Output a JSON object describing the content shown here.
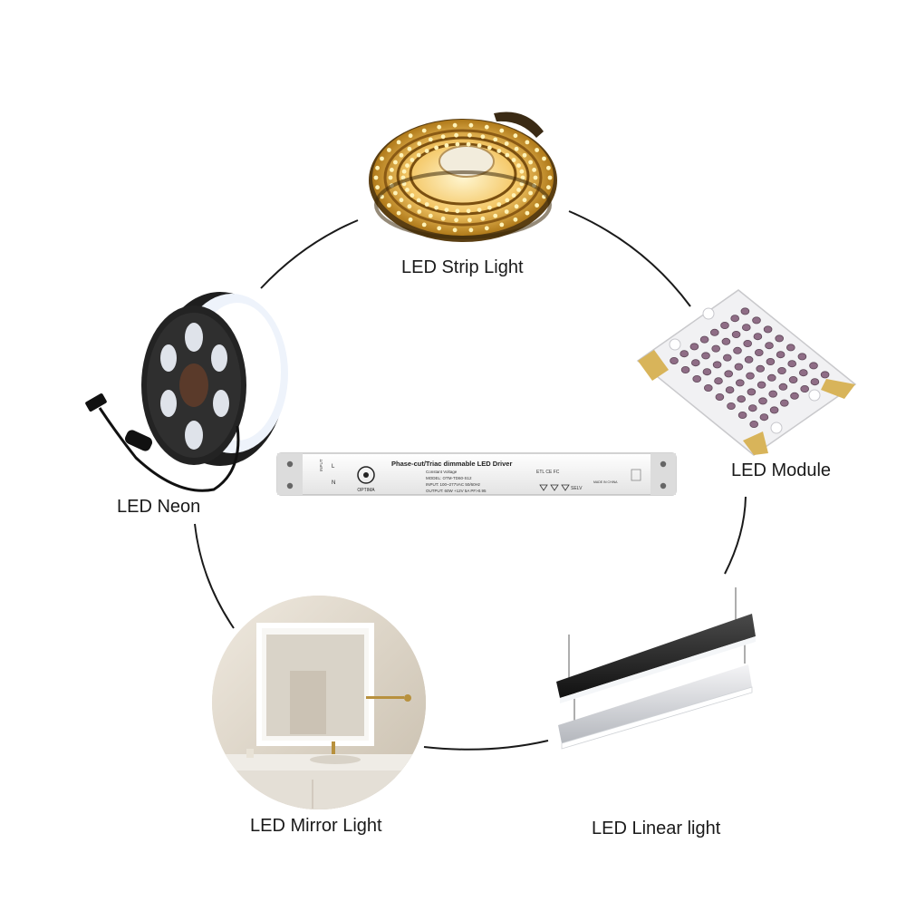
{
  "products": [
    {
      "id": "strip",
      "label": "LED Strip Light"
    },
    {
      "id": "module",
      "label": "LED Module"
    },
    {
      "id": "linear",
      "label": "LED Linear light"
    },
    {
      "id": "mirror",
      "label": "LED Mirror Light"
    },
    {
      "id": "neon",
      "label": "LED Neon"
    }
  ],
  "driver": {
    "title": "Phase-cut/Triac dimmable LED Driver",
    "constant_voltage": "Constant Voltage",
    "model": "MODEL: OTM-TD60-S12",
    "input": "INPUT: 100~277VAC 50/60Hz",
    "output": "OUTPUT: 60W +12V 5A PF>0.95",
    "brand": "OPTIMA",
    "terminal_l": "L",
    "terminal_n": "N",
    "input_tag": "INPUT",
    "selv": "SELV",
    "made_in": "MADE IN CHINA",
    "cert_marks": "ETL CE FC"
  }
}
